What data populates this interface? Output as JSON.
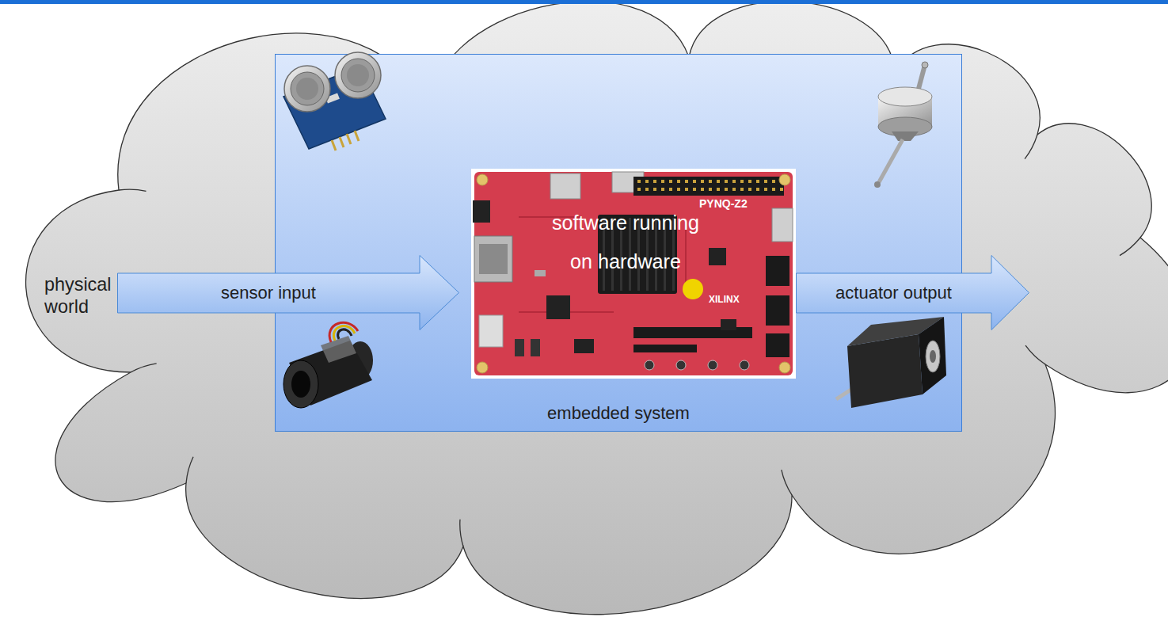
{
  "diagram": {
    "nodes": [
      {
        "text": [
          "physical world"
        ]
      },
      {
        "text": [
          "embedded system"
        ],
        "in": 0
      },
      {
        "text": [
          "sensor input"
        ],
        "in": 0
      },
      {
        "text": [
          "software running on hardware"
        ],
        "in": 1
      },
      {
        "text": [
          "actuator output"
        ],
        "in": 0
      }
    ],
    "labels": [
      "PYNQ-Z2",
      "XILINX"
    ]
  }
}
